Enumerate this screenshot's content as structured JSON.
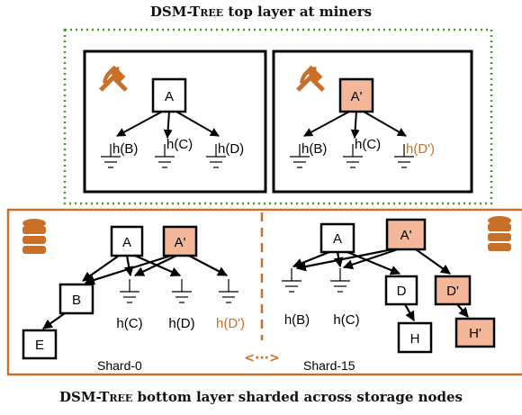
{
  "top_caption": {
    "name": "DSM-Tree",
    "rest": " top layer at miners"
  },
  "bottom_caption": {
    "name": "DSM-Tree",
    "rest": " bottom layer sharded across storage nodes"
  },
  "colors": {
    "accent_orange": "#c8702a",
    "node_fill_highlight": "#f4b79a",
    "dotted_border": "#4a9a2a",
    "black": "#000000"
  },
  "miner_left": {
    "icon": "hammer-pick-icon",
    "root": "A",
    "leaves": [
      "h(B)",
      "h(C)",
      "h(D)"
    ]
  },
  "miner_right": {
    "icon": "hammer-pick-icon",
    "root": "A'",
    "leaves": [
      "h(B)",
      "h(C)",
      "h(D')"
    ]
  },
  "shard_left": {
    "icon": "database-icon",
    "label": "Shard-0",
    "nodes": {
      "a": "A",
      "a_prime": "A'",
      "b": "B",
      "e": "E"
    },
    "leaf_labels": [
      "h(C)",
      "h(D)",
      "h(D')"
    ]
  },
  "shard_right": {
    "icon": "database-icon",
    "label": "Shard-15",
    "nodes": {
      "a": "A",
      "a_prime": "A'",
      "d": "D",
      "d_prime": "D'",
      "h": "H",
      "h_prime": "H'"
    },
    "leaf_labels": [
      "h(B)",
      "h(C)"
    ]
  },
  "between_shards": {
    "glyph": "<···>",
    "icon": "bidirectional-arrow-icon"
  }
}
